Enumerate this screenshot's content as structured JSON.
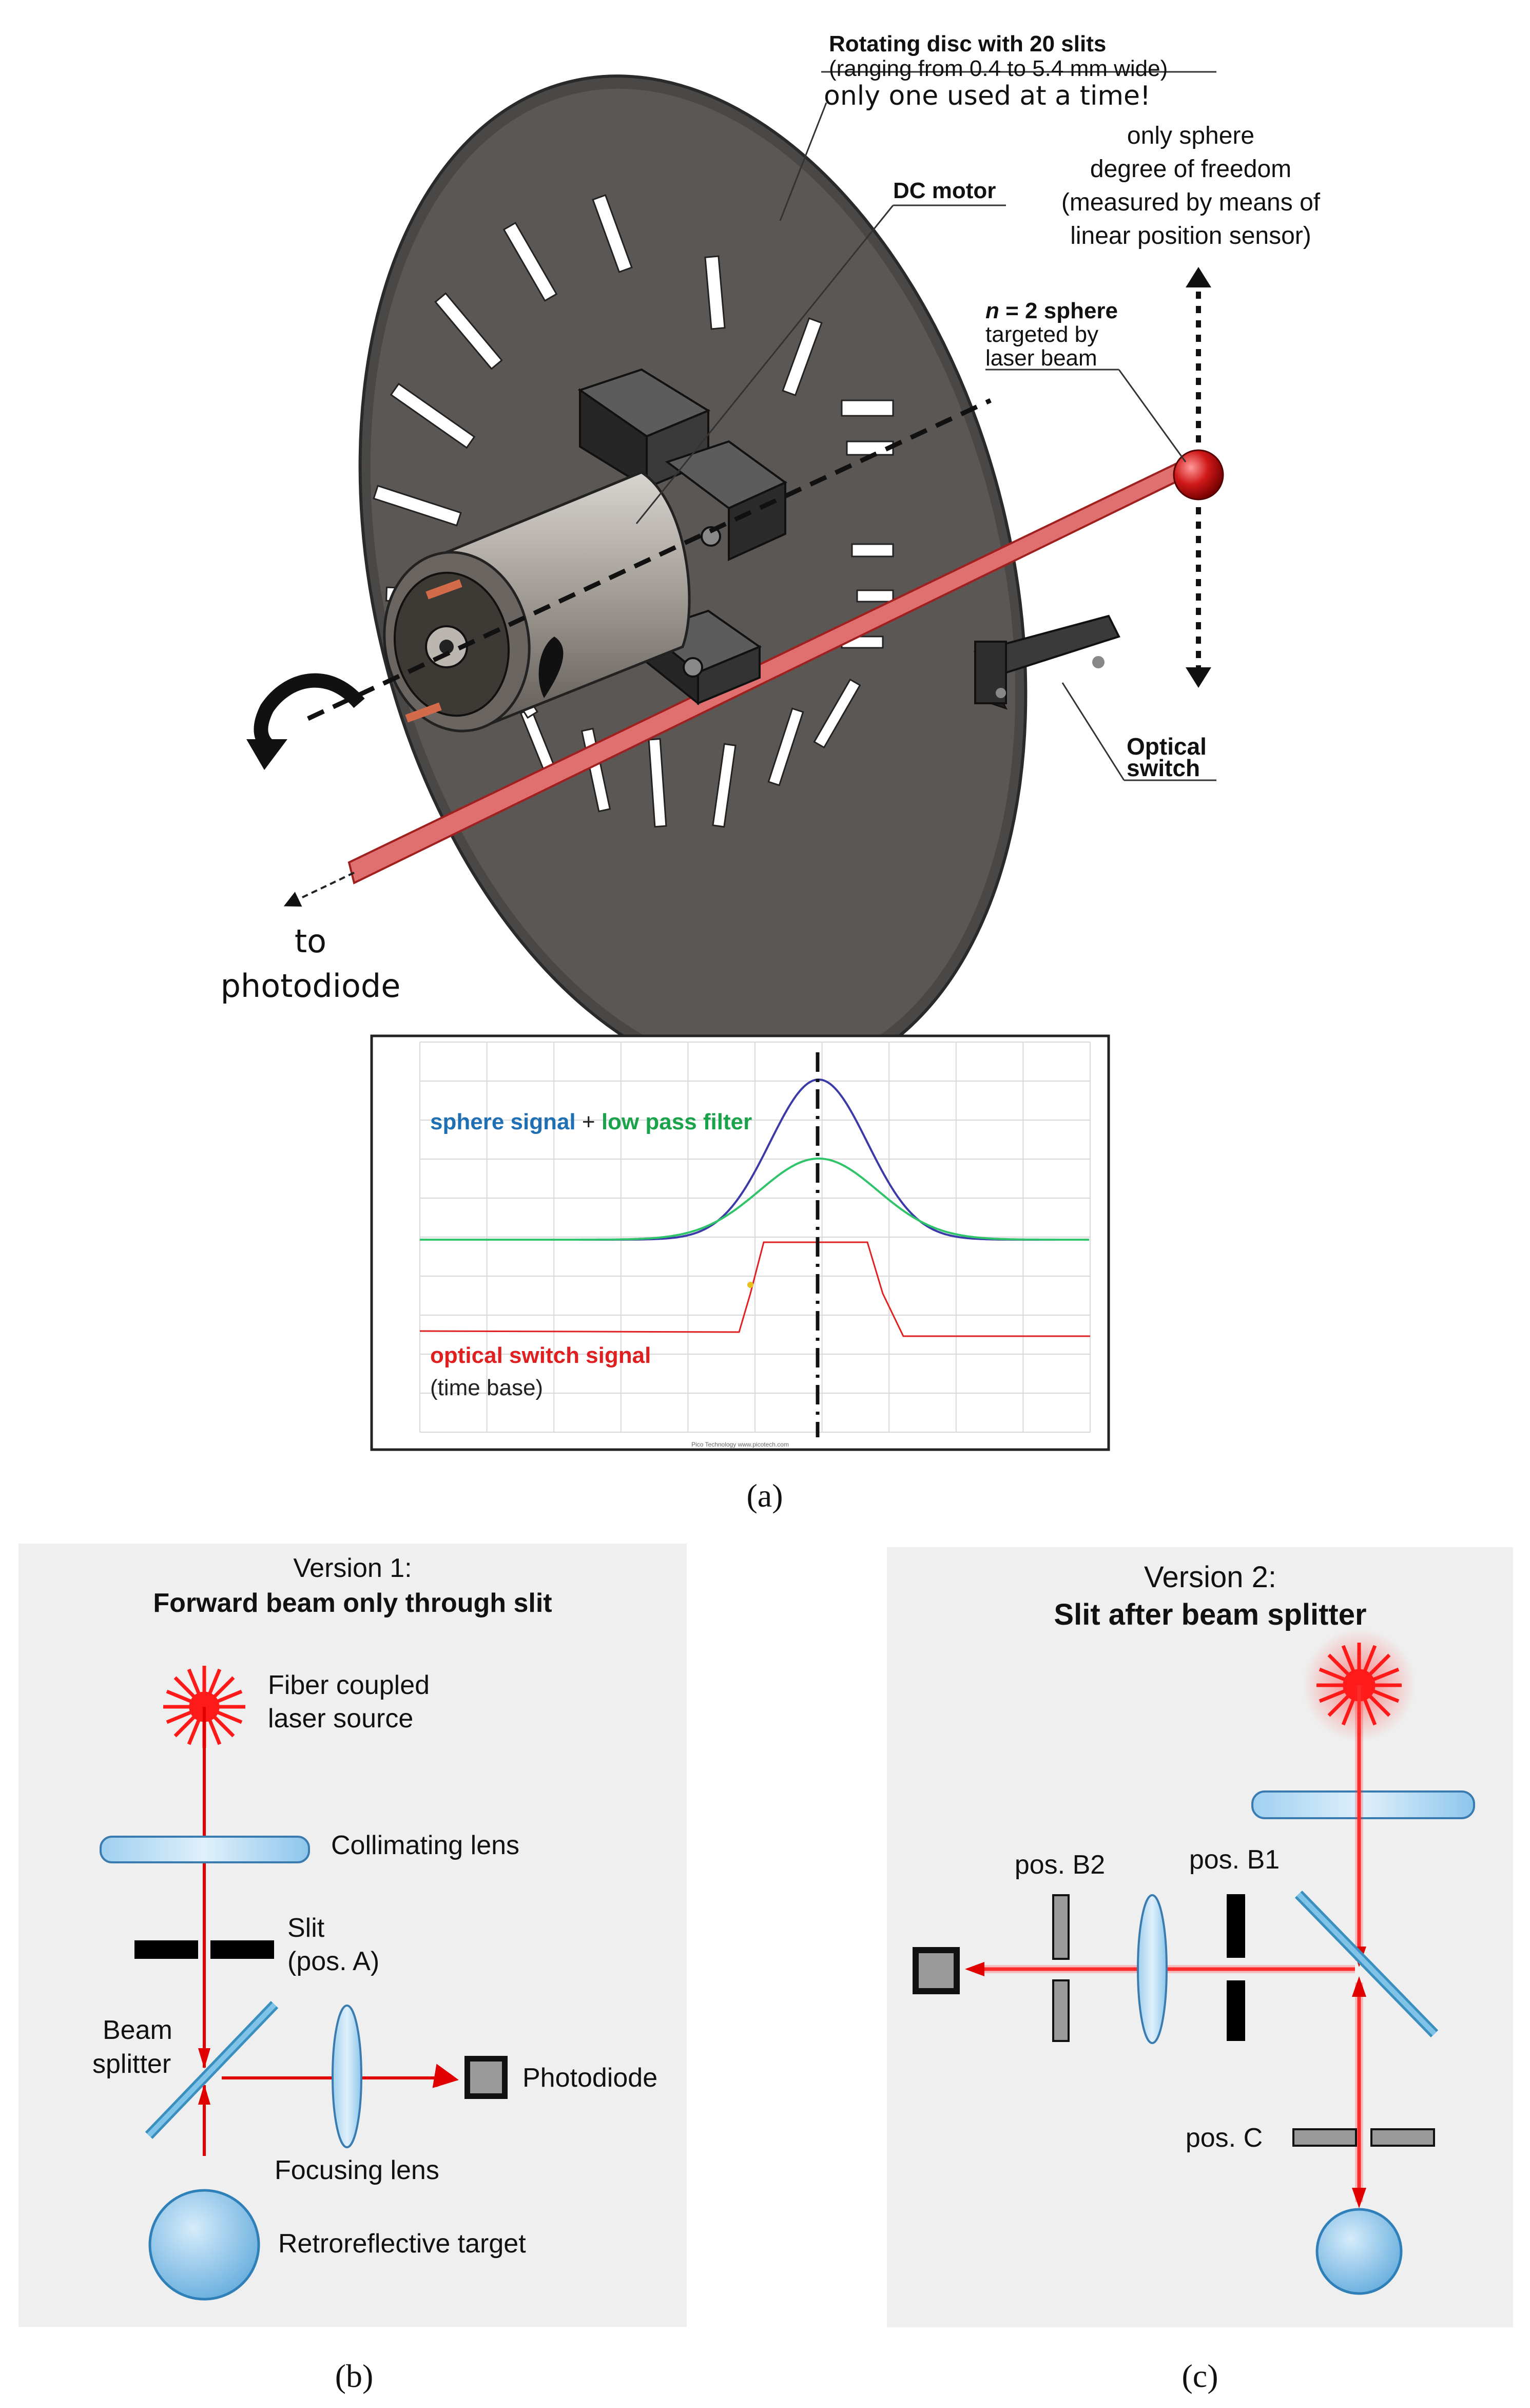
{
  "panel_a": {
    "label": "(a)",
    "disc_label_title": "Rotating disc with 20 slits",
    "disc_label_range": "(ranging from 0.4 to 5.4 mm wide)",
    "disc_label_note": "only one used at a time!",
    "dc_motor": "DC motor",
    "dof_line1": "only sphere",
    "dof_line2": "degree of freedom",
    "dof_line3": "(measured by means of",
    "dof_line4": "linear position sensor)",
    "sphere_line1_n": "n",
    "sphere_line1_rest": " = 2 sphere",
    "sphere_line2": "targeted by",
    "sphere_line3": "laser beam",
    "optical_switch_1": "Optical",
    "optical_switch_2": "switch",
    "to_1": "to",
    "to_2": "photodiode"
  },
  "scope": {
    "sphere_signal": "sphere signal",
    "plus": " + ",
    "low_pass": "low pass filter",
    "optical_switch_signal": "optical switch signal",
    "time_base": "(time base)",
    "footer": "Pico Technology  www.picotech.com",
    "colors": {
      "sphere": "#1f6fb4",
      "lowpass": "#1aa34a",
      "switch": "#e02020",
      "blue_trace": "#3a3aa8"
    }
  },
  "panel_b": {
    "label": "(b)",
    "title_1": "Version 1:",
    "title_2": "Forward beam only through slit",
    "laser": "Fiber coupled",
    "laser_2": "laser source",
    "collimating": "Collimating lens",
    "slit_1": "Slit",
    "slit_2": "(pos. A)",
    "beam_1": "Beam",
    "beam_2": "splitter",
    "photodiode": "Photodiode",
    "focusing": "Focusing lens",
    "retro": "Retroreflective target"
  },
  "panel_c": {
    "label": "(c)",
    "title_1": "Version 2:",
    "title_2": "Slit after beam splitter",
    "pos_b2": "pos. B2",
    "pos_b1": "pos. B1",
    "pos_c": "pos. C"
  }
}
